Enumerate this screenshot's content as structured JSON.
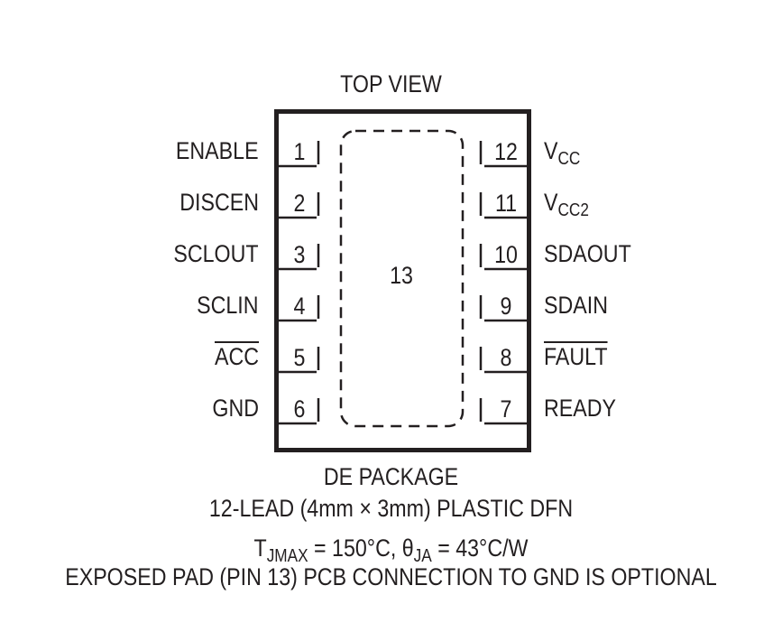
{
  "title": "TOP VIEW",
  "exposed_pad": {
    "number": "13"
  },
  "left_pins": [
    {
      "num": "1",
      "name": "ENABLE",
      "overbar": false
    },
    {
      "num": "2",
      "name": "DISCEN",
      "overbar": false
    },
    {
      "num": "3",
      "name": "SCLOUT",
      "overbar": false
    },
    {
      "num": "4",
      "name": "SCLIN",
      "overbar": false
    },
    {
      "num": "5",
      "name": "ACC",
      "overbar": true
    },
    {
      "num": "6",
      "name": "GND",
      "overbar": false
    }
  ],
  "right_pins": [
    {
      "num": "12",
      "name": "V",
      "sub": "CC",
      "overbar": false
    },
    {
      "num": "11",
      "name": "V",
      "sub": "CC2",
      "overbar": false
    },
    {
      "num": "10",
      "name": "SDAOUT",
      "overbar": false
    },
    {
      "num": "9",
      "name": "SDAIN",
      "overbar": false
    },
    {
      "num": "8",
      "name": "FAULT",
      "overbar": true
    },
    {
      "num": "7",
      "name": "READY",
      "overbar": false
    }
  ],
  "caption": {
    "package": "DE PACKAGE",
    "lead": "12-LEAD (4mm × 3mm) PLASTIC DFN",
    "thermal": {
      "t": "T",
      "t_sub": "JMAX",
      "t_rest": " = 150°C, ",
      "theta": "θ",
      "theta_sub": "JA",
      "theta_rest": " = 43°C/W"
    },
    "note": "EXPOSED PAD (PIN 13) PCB CONNECTION TO GND IS OPTIONAL"
  }
}
